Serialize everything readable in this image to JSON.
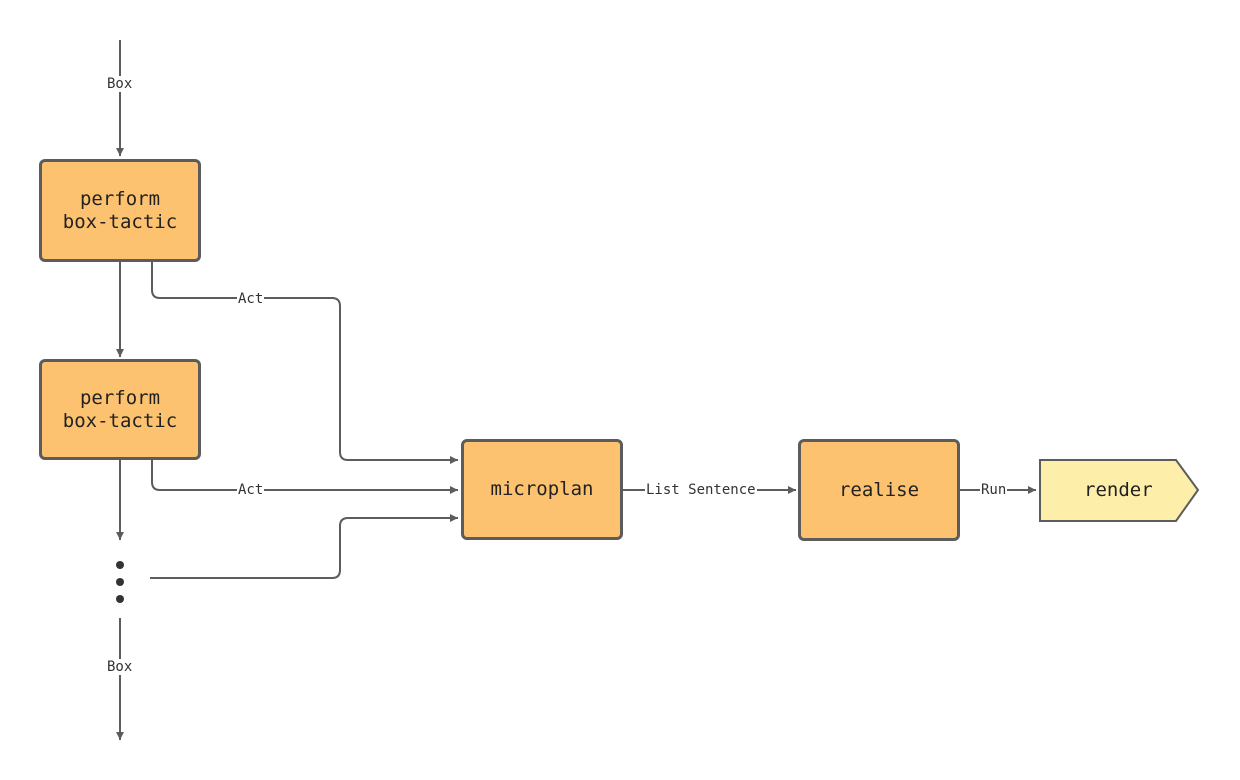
{
  "nodes": {
    "tactic_1": {
      "line1": "perform",
      "line2": "box-tactic"
    },
    "tactic_2": {
      "line1": "perform",
      "line2": "box-tactic"
    },
    "microplan": "microplan",
    "realise": "realise",
    "render": "render"
  },
  "edges": {
    "box_in": "Box",
    "act_1": "Act",
    "act_2": "Act",
    "list_sentence": "List Sentence",
    "run": "Run",
    "box_out": "Box"
  },
  "colors": {
    "box_fill": "#fcc26f",
    "render_fill": "#fdeeaa",
    "stroke": "#5c5c5c"
  }
}
